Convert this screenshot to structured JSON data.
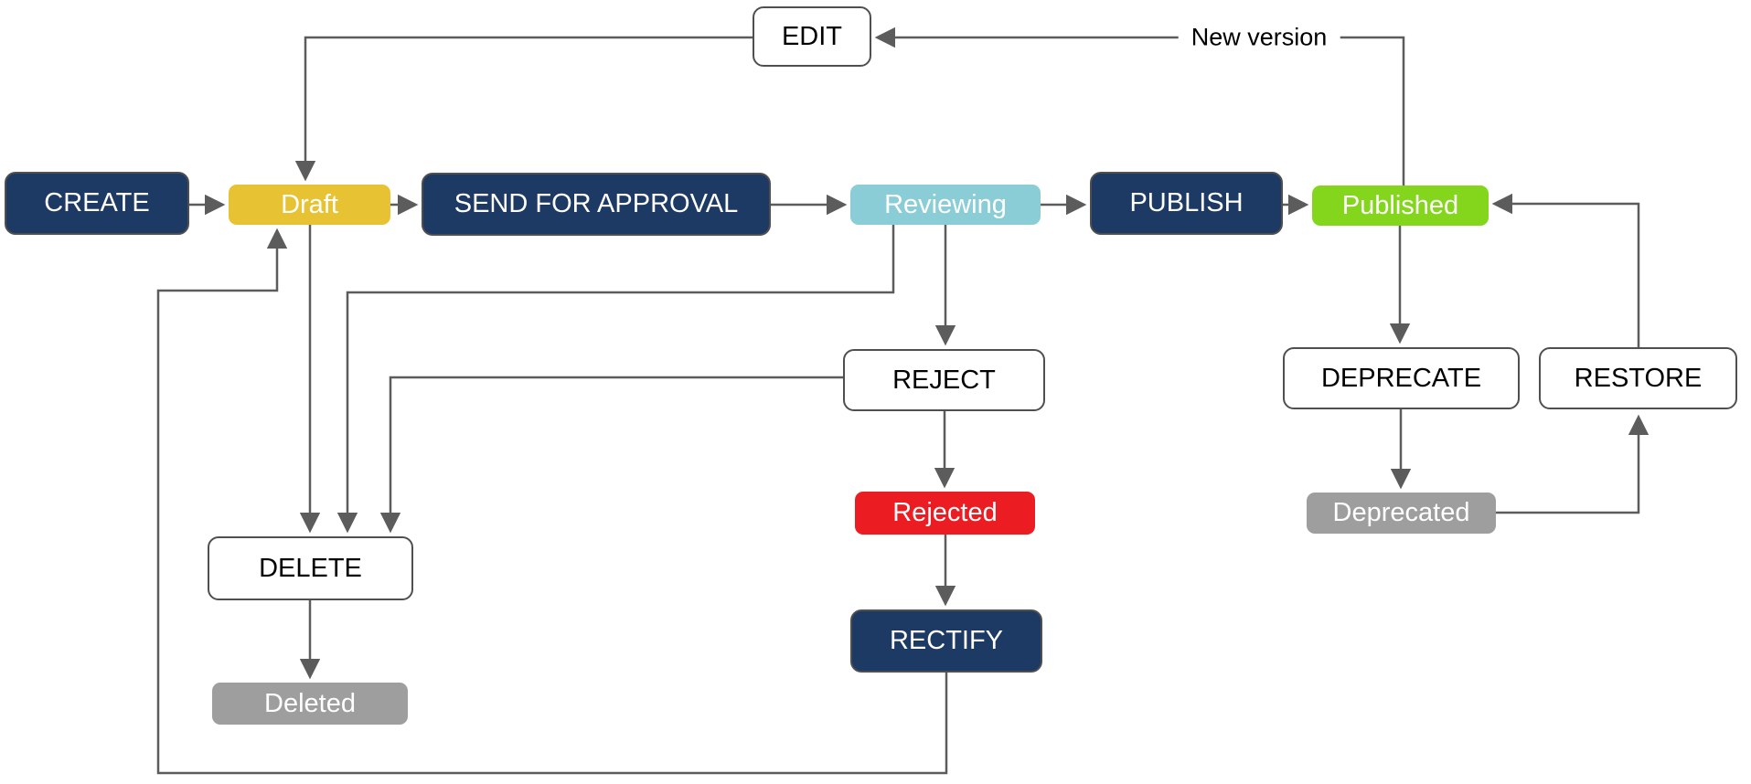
{
  "diagram": {
    "type": "flowchart",
    "nodes": {
      "create": {
        "label": "CREATE",
        "kind": "action"
      },
      "draft": {
        "label": "Draft",
        "kind": "state"
      },
      "send_for_approval": {
        "label": "SEND FOR APPROVAL",
        "kind": "action"
      },
      "reviewing": {
        "label": "Reviewing",
        "kind": "state"
      },
      "publish": {
        "label": "PUBLISH",
        "kind": "action"
      },
      "published": {
        "label": "Published",
        "kind": "state"
      },
      "edit": {
        "label": "EDIT",
        "kind": "action"
      },
      "reject": {
        "label": "REJECT",
        "kind": "action"
      },
      "rejected": {
        "label": "Rejected",
        "kind": "state"
      },
      "rectify": {
        "label": "RECTIFY",
        "kind": "action"
      },
      "delete": {
        "label": "DELETE",
        "kind": "action"
      },
      "deleted": {
        "label": "Deleted",
        "kind": "state"
      },
      "deprecate": {
        "label": "DEPRECATE",
        "kind": "action"
      },
      "deprecated": {
        "label": "Deprecated",
        "kind": "state"
      },
      "restore": {
        "label": "RESTORE",
        "kind": "action"
      }
    },
    "edge_labels": {
      "new_version": "New version"
    },
    "edges": [
      {
        "from": "create",
        "to": "draft"
      },
      {
        "from": "draft",
        "to": "send_for_approval"
      },
      {
        "from": "send_for_approval",
        "to": "reviewing"
      },
      {
        "from": "reviewing",
        "to": "publish"
      },
      {
        "from": "publish",
        "to": "published"
      },
      {
        "from": "published",
        "to": "edit",
        "label": "New version"
      },
      {
        "from": "edit",
        "to": "draft"
      },
      {
        "from": "reviewing",
        "to": "reject"
      },
      {
        "from": "reviewing",
        "to": "delete"
      },
      {
        "from": "reject",
        "to": "delete"
      },
      {
        "from": "draft",
        "to": "delete"
      },
      {
        "from": "reject",
        "to": "rejected"
      },
      {
        "from": "rejected",
        "to": "rectify"
      },
      {
        "from": "rectify",
        "to": "draft"
      },
      {
        "from": "delete",
        "to": "deleted"
      },
      {
        "from": "published",
        "to": "deprecate"
      },
      {
        "from": "deprecate",
        "to": "deprecated"
      },
      {
        "from": "deprecated",
        "to": "restore"
      },
      {
        "from": "restore",
        "to": "published"
      }
    ],
    "colors": {
      "navy": "#1d3a64",
      "gold": "#e7c232",
      "teal": "#8acdd7",
      "lime": "#83d61c",
      "red": "#eb1c22",
      "gray": "#9e9e9e",
      "white": "#ffffff",
      "line": "#5c5c5c"
    }
  }
}
